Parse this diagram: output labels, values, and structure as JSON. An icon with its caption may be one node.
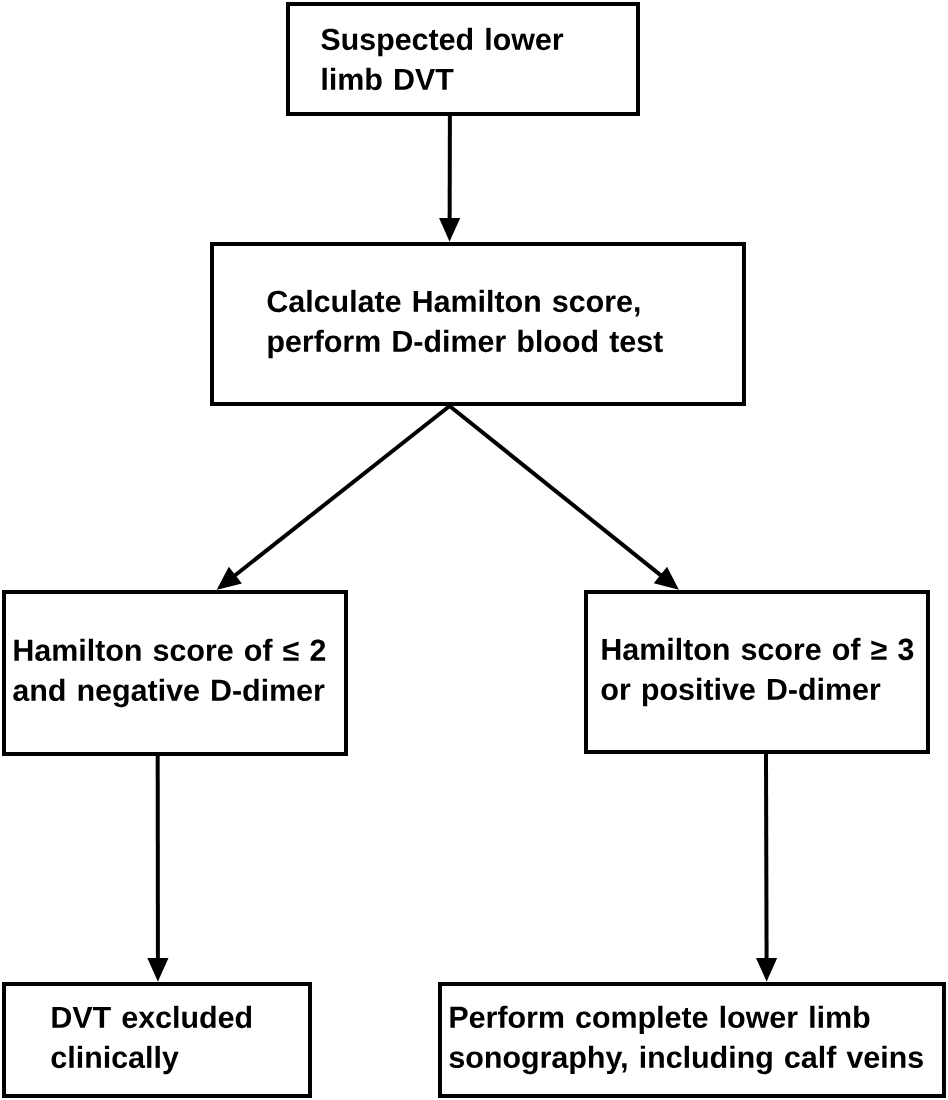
{
  "diagram": {
    "nodes": [
      {
        "text": [
          "Suspected lower limb DVT"
        ]
      },
      {
        "text": [
          "Calculate Hamilton score, perform D-dimer blood test"
        ]
      },
      {
        "text": [
          "Hamilton score of ≤ 2 and negative D-dimer"
        ]
      },
      {
        "text": [
          "Hamilton score of ≥ 3 or positive D-dimer"
        ]
      },
      {
        "text": [
          "DVT excluded clinically"
        ]
      },
      {
        "text": [
          "Perform complete lower limb sonography, including calf veins"
        ]
      }
    ],
    "edges": [
      {
        "from": 0,
        "to": 1,
        "arrow": "to"
      },
      {
        "from": 1,
        "to": 2,
        "arrow": "to"
      },
      {
        "from": 1,
        "to": 3,
        "arrow": "to"
      },
      {
        "from": 2,
        "to": 4,
        "arrow": "to"
      },
      {
        "from": 3,
        "to": 5,
        "arrow": "to"
      }
    ]
  }
}
